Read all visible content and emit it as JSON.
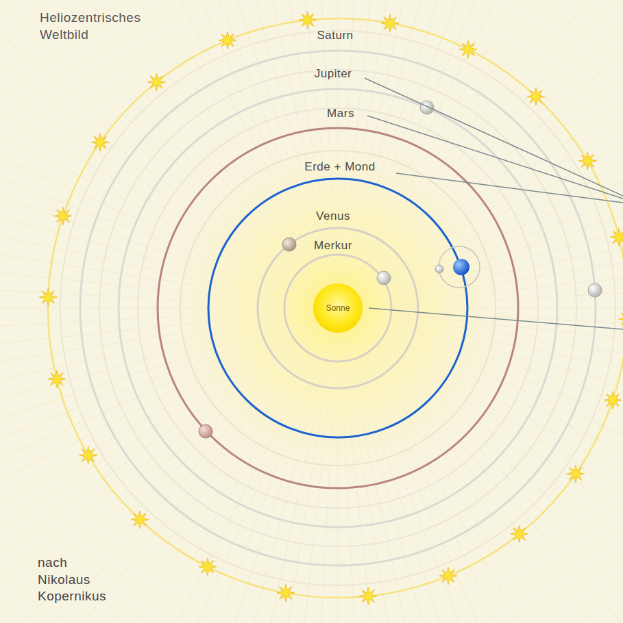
{
  "diagram": {
    "title": "Heliozentrisches Weltbild",
    "caption": "nach Nikolaus Kopernikus",
    "nodes": [
      {
        "text": [
          "Sonne"
        ]
      }
    ],
    "labels": [
      "Saturn",
      "Jupiter",
      "Mars",
      "Erde + Mond",
      "Venus",
      "Merkur"
    ]
  }
}
